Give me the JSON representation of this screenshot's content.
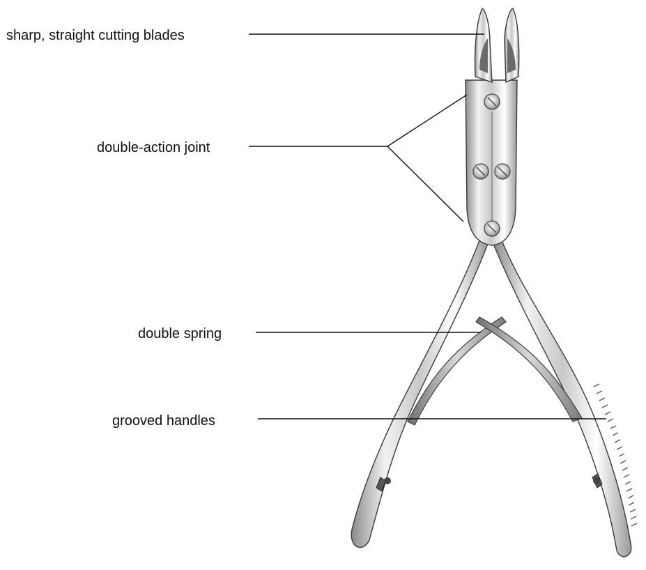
{
  "diagram": {
    "labels": {
      "blades": "sharp, straight cutting blades",
      "joint": "double-action joint",
      "spring": "double spring",
      "handles": "grooved handles"
    }
  }
}
